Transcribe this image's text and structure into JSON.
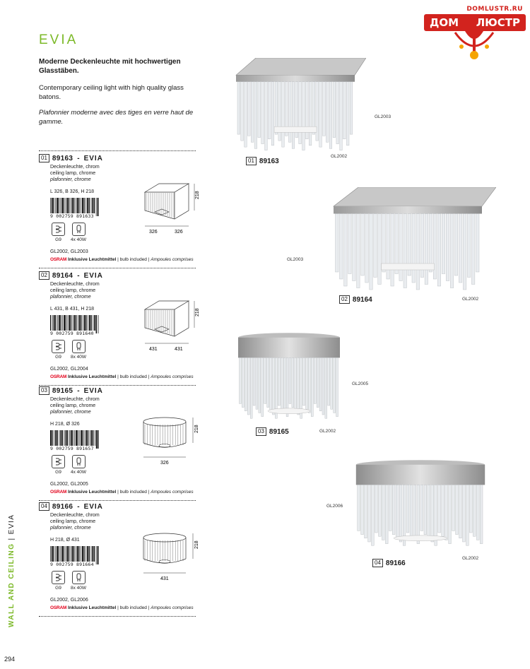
{
  "logo": {
    "url": "DOMLUSTR.RU",
    "word_left": "ДОМ",
    "word_right": "ЛЮСТР"
  },
  "title": "EVIA",
  "intro": {
    "de": "Moderne Deckenleuchte mit hochwertigen Glasstäben.",
    "en": "Contemporary ceiling light with high quality glass batons.",
    "fr": "Plafonnier moderne avec des tiges en verre haut de gamme."
  },
  "bulb_socket": "G9",
  "osram": {
    "brand": "OSRAM",
    "de": "Inklusive Leuchtmittel",
    "en": "bulb included",
    "fr": "Ampoules comprises"
  },
  "products": [
    {
      "num": "01",
      "code": "89163",
      "sep": "-",
      "name": "EVIA",
      "desc_de": "Deckenleuchte, chrom",
      "desc_en": "ceiling lamp, chrome",
      "desc_fr": "plafonnier, chrome",
      "dims": "L 326, B 326, H 218",
      "barcode": "9 002759 891633",
      "wattage": "4x 40W",
      "parts": "GL2002, GL2003",
      "dim_h": "218",
      "dim_a": "326",
      "dim_b": "326"
    },
    {
      "num": "02",
      "code": "89164",
      "sep": "-",
      "name": "EVIA",
      "desc_de": "Deckenleuchte, chrom",
      "desc_en": "ceiling lamp, chrome",
      "desc_fr": "plafonnier, chrome",
      "dims": "L 431, B 431, H 218",
      "barcode": "9 002759 891640",
      "wattage": "8x 40W",
      "parts": "GL2002, GL2004",
      "dim_h": "218",
      "dim_a": "431",
      "dim_b": "431"
    },
    {
      "num": "03",
      "code": "89165",
      "sep": "-",
      "name": "EVIA",
      "desc_de": "Deckenleuchte, chrom",
      "desc_en": "ceiling lamp, chrome",
      "desc_fr": "plafonnier, chrome",
      "dims": "H 218, Ø 326",
      "barcode": "9 002759 891657",
      "wattage": "4x 40W",
      "parts": "GL2002, GL2005",
      "dim_h": "218",
      "dim_a": "326"
    },
    {
      "num": "04",
      "code": "89166",
      "sep": "-",
      "name": "EVIA",
      "desc_de": "Deckenleuchte, chrom",
      "desc_en": "ceiling lamp, chrome",
      "desc_fr": "plafonnier, chrome",
      "dims": "H 218, Ø 431",
      "barcode": "9 002759 891664",
      "wattage": "8x 40W",
      "parts": "GL2002, GL2006",
      "dim_h": "218",
      "dim_a": "431"
    }
  ],
  "photos": [
    {
      "num": "01",
      "code": "89163",
      "callout_1": "GL2003",
      "callout_2": "GL2002"
    },
    {
      "num": "02",
      "code": "89164",
      "callout_1": "GL2003",
      "callout_2": "GL2002"
    },
    {
      "num": "03",
      "code": "89165",
      "callout_1": "GL2005",
      "callout_2": "GL2002"
    },
    {
      "num": "04",
      "code": "89166",
      "callout_1": "GL2006",
      "callout_2": "GL2002"
    }
  ],
  "sidebar": {
    "section": "WALL AND CEILING",
    "divider": "|",
    "name": "EVIA"
  },
  "page_number": "294"
}
